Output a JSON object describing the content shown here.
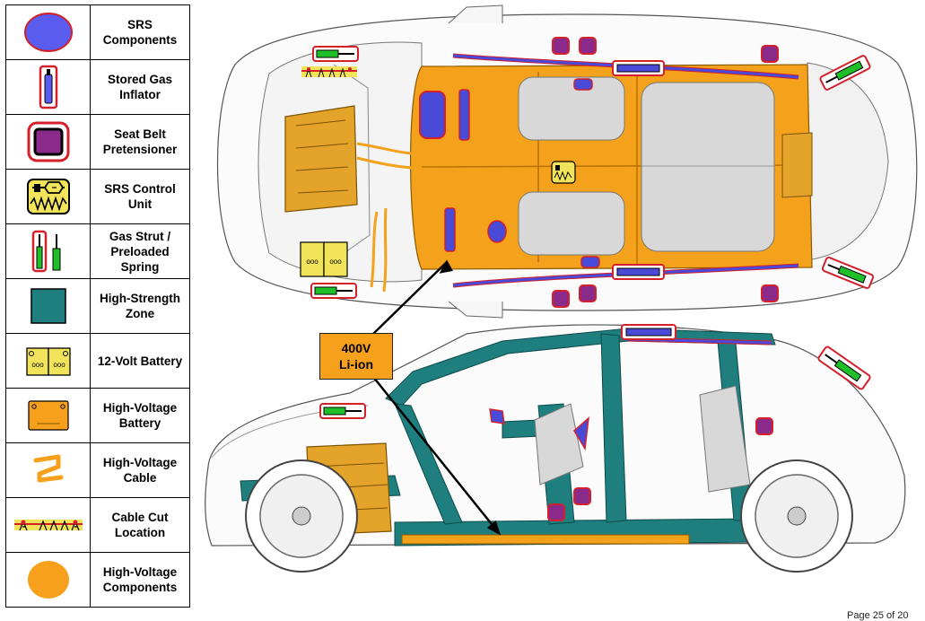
{
  "legend": [
    {
      "icon": "srs-components-icon",
      "label": "SRS Components"
    },
    {
      "icon": "stored-gas-inflator-icon",
      "label": "Stored Gas Inflator"
    },
    {
      "icon": "seat-belt-pretensioner-icon",
      "label": "Seat Belt Pretensioner"
    },
    {
      "icon": "srs-control-unit-icon",
      "label": "SRS Control Unit"
    },
    {
      "icon": "gas-strut-icon",
      "label": "Gas Strut / Preloaded Spring"
    },
    {
      "icon": "high-strength-zone-icon",
      "label": "High-Strength Zone"
    },
    {
      "icon": "12-volt-battery-icon",
      "label": "12-Volt Battery"
    },
    {
      "icon": "high-voltage-battery-icon",
      "label": "High-Voltage Battery"
    },
    {
      "icon": "high-voltage-cable-icon",
      "label": "High-Voltage Cable"
    },
    {
      "icon": "cable-cut-location-icon",
      "label": "Cable Cut Location"
    },
    {
      "icon": "high-voltage-components-icon",
      "label": "High-Voltage Components"
    }
  ],
  "callout": {
    "line1": "400V",
    "line2": "Li-ion"
  },
  "page_number": "Page 25 of 20",
  "colors": {
    "srs_blue": "#5a5cf0",
    "pretensioner_purple": "#8a2a8a",
    "outline_red": "#d3202a",
    "strut_green": "#1fbf2a",
    "high_strength_teal": "#1f7f7f",
    "battery_yellow": "#f2e45a",
    "high_voltage_orange": "#f7a01c"
  }
}
